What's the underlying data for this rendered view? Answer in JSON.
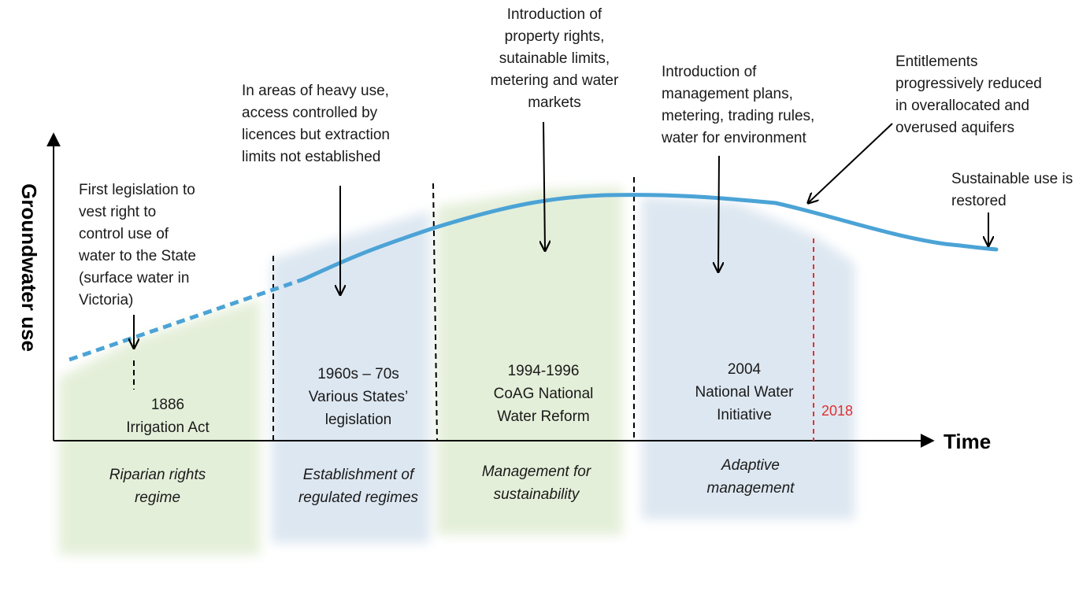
{
  "axes": {
    "y_label": "Groundwater use",
    "x_label": "Time"
  },
  "annotations": {
    "first_legislation": [
      "First legislation to",
      "vest right to",
      "control use of",
      "water to the State",
      "(surface water in",
      "Victoria)"
    ],
    "heavy_use": [
      "In areas of heavy use,",
      "access controlled by",
      "licences but extraction",
      "limits not established"
    ],
    "property_rights": [
      "Introduction of",
      "property rights,",
      "sutainable limits,",
      "metering and water",
      "markets"
    ],
    "management_plans": [
      "Introduction of",
      "management plans,",
      "metering, trading rules,",
      "water for environment"
    ],
    "entitlements": [
      "Entitlements",
      "progressively reduced",
      "in overallocated and",
      "overused aquifers"
    ],
    "sustainable_use": [
      "Sustainable use is",
      "restored"
    ]
  },
  "milestones": {
    "m1886": [
      "1886",
      "Irrigation Act"
    ],
    "m1960s": [
      "1960s – 70s",
      "Various States’",
      "legislation"
    ],
    "m1994": [
      "1994-1996",
      "CoAG National",
      "Water Reform"
    ],
    "m2004": [
      "2004",
      "National Water",
      "Initiative"
    ],
    "m2018": "2018"
  },
  "eras": {
    "riparian": [
      "Riparian rights",
      "regime"
    ],
    "regulated": [
      "Establishment of",
      "regulated regimes"
    ],
    "sustainability": [
      "Management for",
      "sustainability"
    ],
    "adaptive": [
      "Adaptive",
      "management"
    ]
  },
  "colors": {
    "curve": "#4ba3d6",
    "green_band": "#e4efd9",
    "blue_band": "#dde7f1",
    "marker_2018": "#e03030",
    "axis": "#000000"
  }
}
